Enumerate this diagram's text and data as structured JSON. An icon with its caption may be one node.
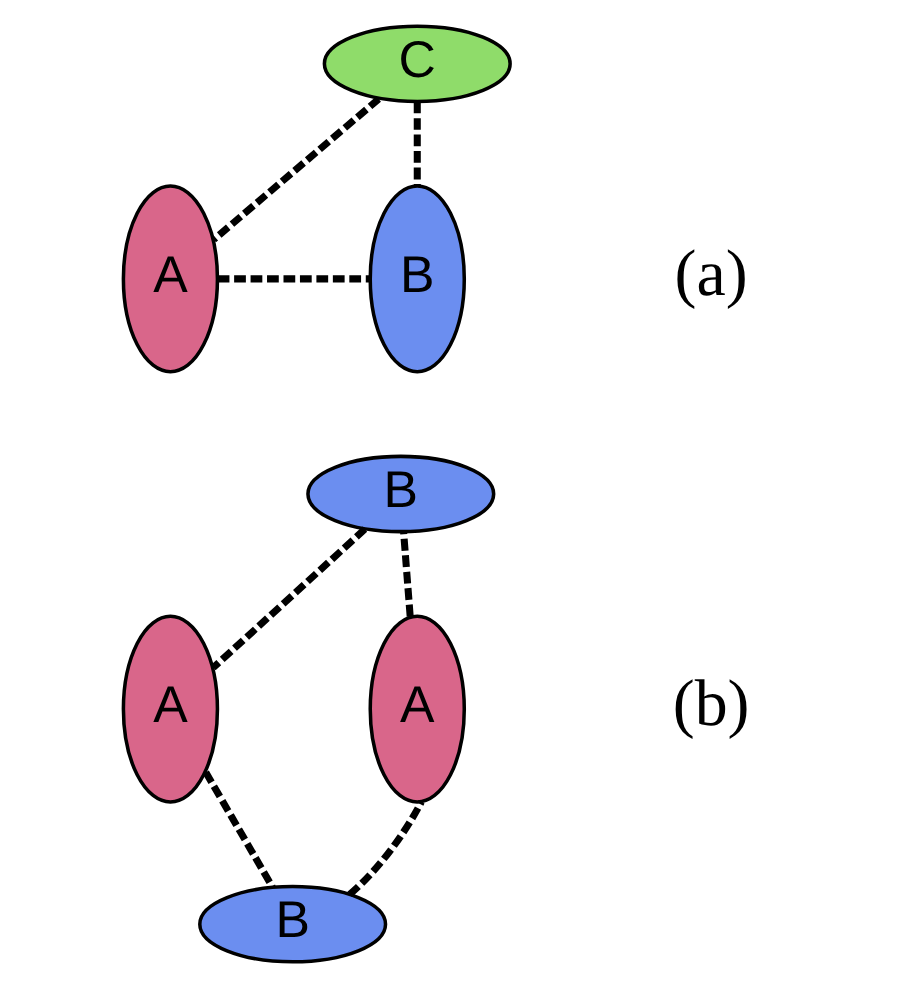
{
  "diagram": {
    "nodes": [
      {
        "text": [
          "C"
        ]
      },
      {
        "text": [
          "A"
        ]
      },
      {
        "text": [
          "B"
        ]
      },
      {
        "text": [
          "B"
        ]
      },
      {
        "text": [
          "A"
        ]
      },
      {
        "text": [
          "A"
        ]
      },
      {
        "text": [
          "B"
        ]
      }
    ],
    "edges": [
      {
        "from": 0,
        "to": 1,
        "arrow": "none",
        "style": "dashed"
      },
      {
        "from": 0,
        "to": 2,
        "arrow": "none",
        "style": "dashed"
      },
      {
        "from": 1,
        "to": 2,
        "arrow": "none",
        "style": "dashed"
      },
      {
        "from": 4,
        "to": 3,
        "arrow": "none",
        "style": "dashed"
      },
      {
        "from": 3,
        "to": 5,
        "arrow": "none",
        "style": "dashed"
      },
      {
        "from": 5,
        "to": 6,
        "arrow": "none",
        "style": "dashed"
      },
      {
        "from": 6,
        "to": 4,
        "arrow": "none",
        "style": "dashed"
      }
    ],
    "labels": [
      "(a)",
      "(b)"
    ]
  }
}
